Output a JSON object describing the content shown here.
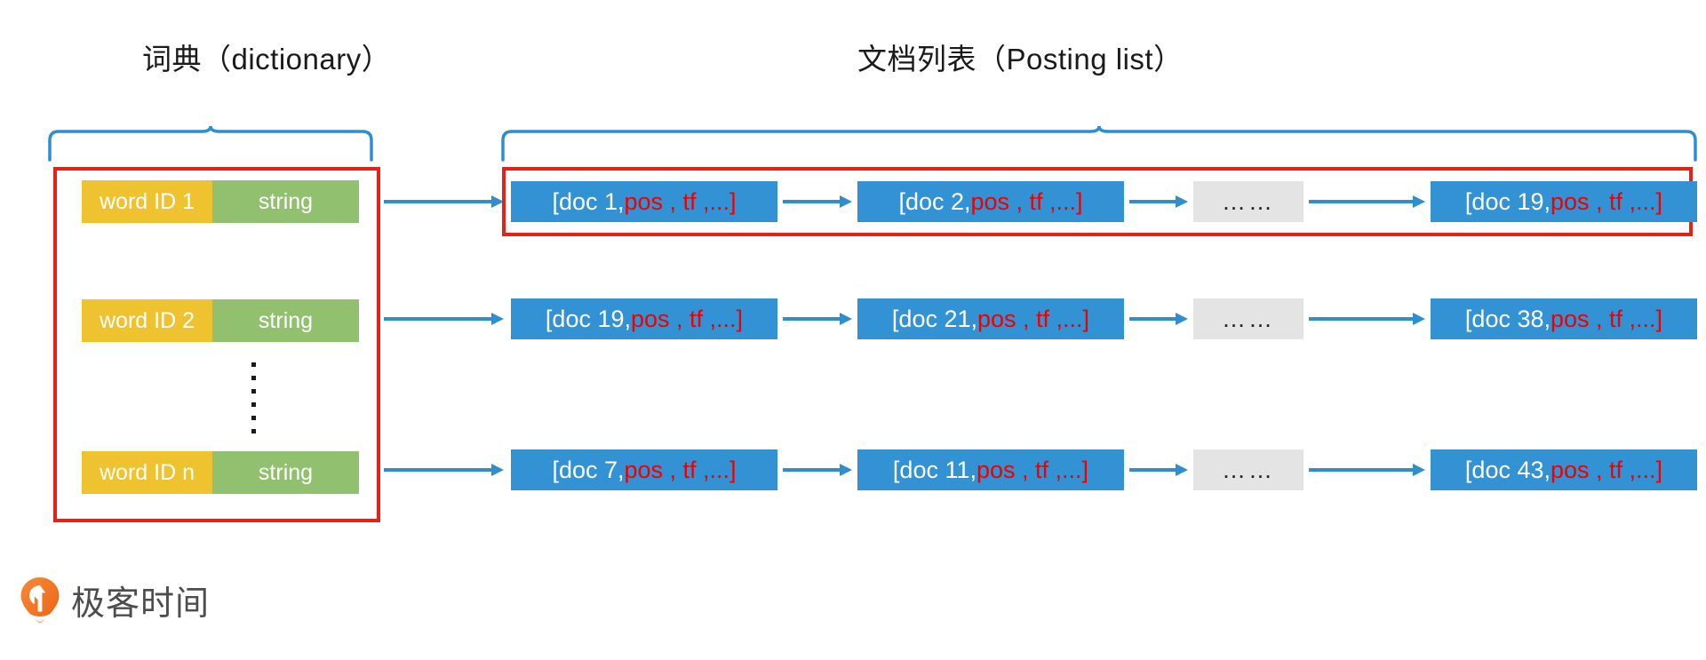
{
  "titles": {
    "dictionary": "词典（dictionary）",
    "posting": "文档列表（Posting list）"
  },
  "colors": {
    "word_id_bg": "#efc22f",
    "string_bg": "#91c06e",
    "doc_box_bg": "#3392d4",
    "ellipsis_bg": "#e4e4e4",
    "highlight_border": "#e8201a",
    "arrow": "#2e8fd0",
    "red_text": "#ee0000",
    "logo_orange": "#f07c28"
  },
  "dictionary": {
    "rows": [
      {
        "word_id": "word ID 1",
        "string": "string"
      },
      {
        "word_id": "word ID 2",
        "string": "string"
      },
      {
        "word_id": "word ID n",
        "string": "string"
      }
    ],
    "vertical_ellipsis": "⋮"
  },
  "posting_list": {
    "ellipsis_label": "……",
    "rows": [
      {
        "highlighted": true,
        "entries": [
          {
            "doc": "[doc 1,",
            "attrs": " pos , tf ,...]"
          },
          {
            "doc": "[doc 2,",
            "attrs": " pos , tf ,...]"
          },
          {
            "doc": "[doc 19,",
            "attrs": " pos , tf ,...]"
          }
        ]
      },
      {
        "highlighted": false,
        "entries": [
          {
            "doc": "[doc 19,",
            "attrs": " pos , tf ,...]"
          },
          {
            "doc": "[doc 21,",
            "attrs": " pos , tf ,...]"
          },
          {
            "doc": "[doc 38,",
            "attrs": " pos , tf ,...]"
          }
        ]
      },
      {
        "highlighted": false,
        "entries": [
          {
            "doc": "[doc 7,",
            "attrs": " pos , tf ,...]"
          },
          {
            "doc": "[doc 11,",
            "attrs": " pos , tf ,...]"
          },
          {
            "doc": "[doc 43,",
            "attrs": " pos , tf ,...]"
          }
        ]
      }
    ]
  },
  "logo": {
    "text": "极客时间"
  }
}
